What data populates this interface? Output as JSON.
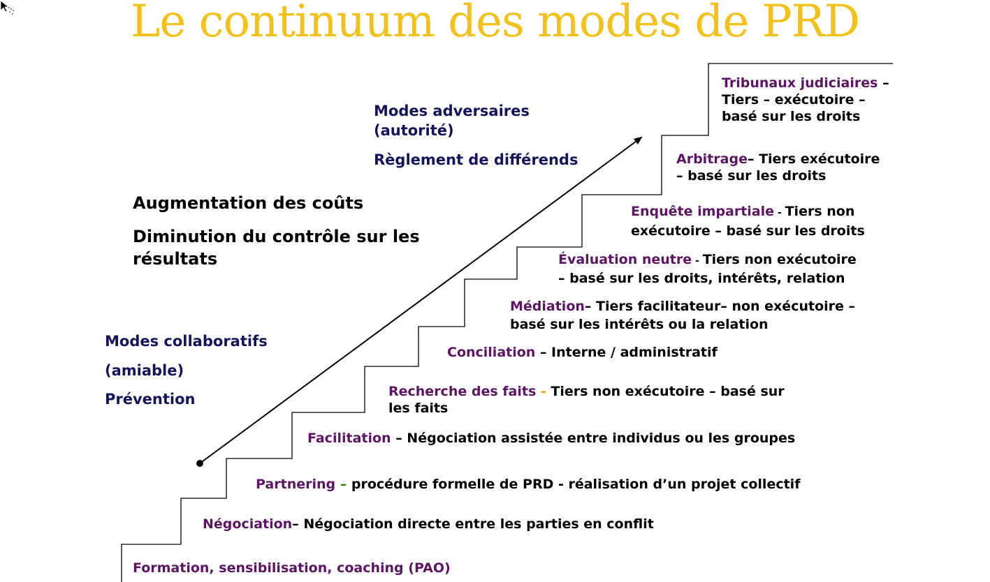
{
  "title": "Le continuum des modes de PRD",
  "adversarial": {
    "line1": "Modes adversaires",
    "line2": "(autorité)",
    "line3": "Règlement de différends"
  },
  "middle": {
    "costs": "Augmentation des coûts",
    "control_1": "Diminution du contrôle sur les",
    "control_2": "résultats"
  },
  "collaborative": {
    "line1": "Modes collaboratifs",
    "line2": "(amiable)",
    "line3": "Prévention"
  },
  "steps": {
    "tribunaux": {
      "name": "Tribunaux judiciaires",
      "rest1": " –",
      "line2": "Tiers – exécutoire –",
      "line3": "basé  sur les droits"
    },
    "arbitrage": {
      "name": "Arbitrage",
      "rest1": "– Tiers exécutoire",
      "line2": "– basé  sur les droits"
    },
    "enquete": {
      "name": "Enquête impartiale",
      "sep": " - ",
      "rest1": "Tiers non",
      "line2": "exécutoire – basé  sur les droits"
    },
    "evaluation": {
      "name": "Évaluation neutre",
      "sep": " - ",
      "rest1": "Tiers non exécutoire",
      "line2": "– basé  sur les droits, intérêts, relation"
    },
    "mediation": {
      "name": "Médiation",
      "rest1": "– Tiers facilitateur– non exécutoire –",
      "line2": "basé  sur les intérêts ou la relation"
    },
    "conciliation": {
      "name": "Conciliation",
      "rest1": " – Interne / administratif"
    },
    "recherche": {
      "name": "Recherche des faits",
      "sep": " - ",
      "rest1": "Tiers non exécutoire – basé  sur",
      "line2": "les faits"
    },
    "facilitation": {
      "name": "Facilitation",
      "rest1": " – Négociation assistée entre individus ou les groupes"
    },
    "partnering": {
      "name": "Partnering",
      "sep": " – ",
      "rest1": "procédure formelle de PRD - réalisation d’un projet collectif"
    },
    "negociation": {
      "name": "Négociation",
      "rest1": "– Négociation directe entre les parties en conflit"
    },
    "formation": {
      "name": "Formation,  sensibilisation, coaching (PAO)"
    }
  }
}
